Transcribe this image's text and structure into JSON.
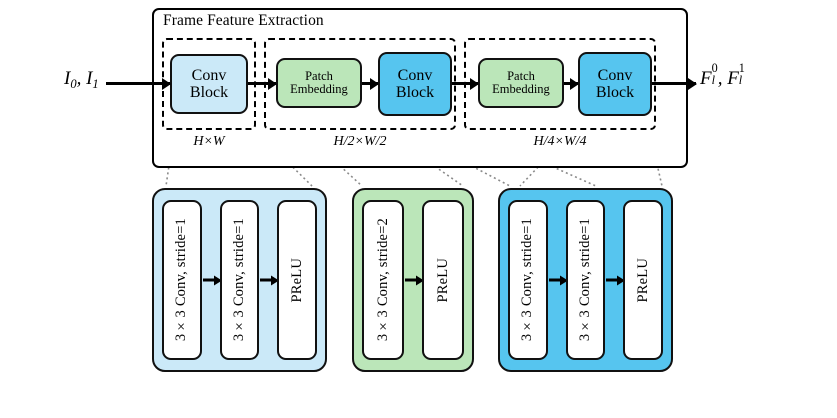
{
  "diagram": {
    "title": "Frame Feature Extraction",
    "input_label": {
      "base1": "I",
      "sub1": "0",
      "base2": "I",
      "sub2": "1"
    },
    "output_label": {
      "base1": "F",
      "sub1": "l",
      "sup1": "0",
      "base2": "F",
      "sub2": "l",
      "sup2": "1"
    },
    "stages": [
      {
        "id": "stage-1",
        "resolution": "H×W",
        "blocks": [
          {
            "type": "conv",
            "label_line1": "Conv",
            "label_line2": "Block",
            "color": "#cbe9f8"
          }
        ]
      },
      {
        "id": "stage-2",
        "resolution": "H/2×W/2",
        "blocks": [
          {
            "type": "patch",
            "label_line1": "Patch",
            "label_line2": "Embedding",
            "color": "#bbe6b9"
          },
          {
            "type": "conv",
            "label_line1": "Conv",
            "label_line2": "Block",
            "color": "#56c5ef"
          }
        ]
      },
      {
        "id": "stage-3",
        "resolution": "H/4×W/4",
        "blocks": [
          {
            "type": "patch",
            "label_line1": "Patch",
            "label_line2": "Embedding",
            "color": "#bbe6b9"
          },
          {
            "type": "conv",
            "label_line1": "Conv",
            "label_line2": "Block",
            "color": "#56c5ef"
          }
        ]
      }
    ],
    "details": [
      {
        "id": "detail-1",
        "color": "#cbe9f8",
        "layers": [
          "3×3 Conv, stride=1",
          "3×3 Conv, stride=1",
          "PReLU"
        ]
      },
      {
        "id": "detail-2",
        "color": "#bbe6b9",
        "layers": [
          "3×3 Conv, stride=2",
          "PReLU"
        ]
      },
      {
        "id": "detail-3",
        "color": "#56c5ef",
        "layers": [
          "3×3 Conv, stride=1",
          "3×3 Conv, stride=1",
          "PReLU"
        ]
      }
    ],
    "colors": {
      "light_blue": "#cbe9f8",
      "blue": "#56c5ef",
      "green": "#bbe6b9",
      "outline": "#111111",
      "background": "#ffffff",
      "leader_line": "#8a8a8a"
    }
  }
}
